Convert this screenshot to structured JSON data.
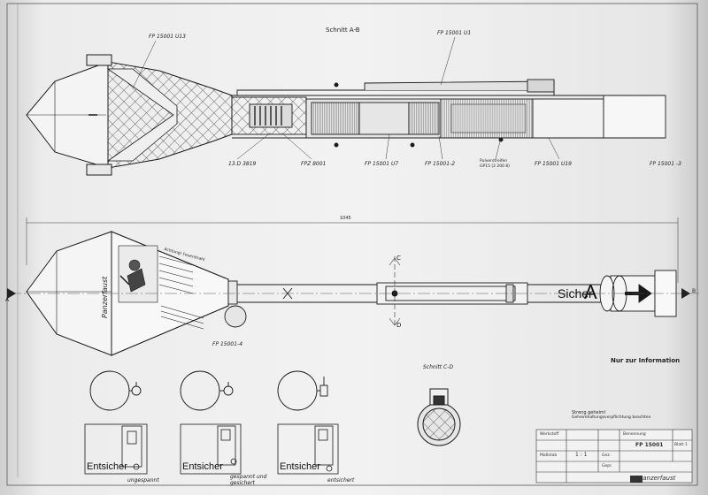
{
  "top_view": {
    "title": "Schnitt A-B",
    "labels": {
      "fp_u13": "FP 15001 U13",
      "fp_u1": "FP 15001 U1",
      "fp_13d": "13.D 3819",
      "fpz": "FPZ 8001",
      "fp_u7": "FP 15001 U7",
      "fp_2": "FP 15001-2",
      "powder": "Pulverstreifen",
      "powder2": "GP15 (2 200 8)",
      "fp_u19": "FP 15001 U19",
      "fp_3": "FP 15001 -3"
    }
  },
  "side_view": {
    "dimension": "1045",
    "sicher": "Sicher",
    "marker_a": "A",
    "section_c": "C",
    "section_d": "D",
    "end_a": "A",
    "end_b": "B",
    "fp_4": "FP 15001-4",
    "panzerfaust_label": "Panzerfaust",
    "warning_text": "Achtung! Feuerstrahl"
  },
  "section_cd": {
    "title": "Schnitt C-D"
  },
  "states": [
    {
      "word": "Entsicher",
      "caption": "ungespannt"
    },
    {
      "word": "Entsicher",
      "caption": "gespannt und gesichert"
    },
    {
      "word": "Entsicher",
      "caption": "entsichert"
    }
  ],
  "notes": {
    "nur_info": "Nur zur Information",
    "streng": "Streng geheim!",
    "small": "Geheimhaltungsverpflichtung beachten"
  },
  "title_block": {
    "part_no": "FP 15001",
    "sheet": "Blatt 1",
    "scale": "1 : 1",
    "name": "Panzerfaust",
    "massstab": "Maßstab",
    "werkstoff": "Werkstoff",
    "benennung": "Benennung",
    "gezeichnet": "Gez.",
    "geprueft": "Gepr."
  },
  "colors": {
    "ink": "#1a1a1a",
    "paper": "#efefef",
    "hatch": "#444444"
  }
}
